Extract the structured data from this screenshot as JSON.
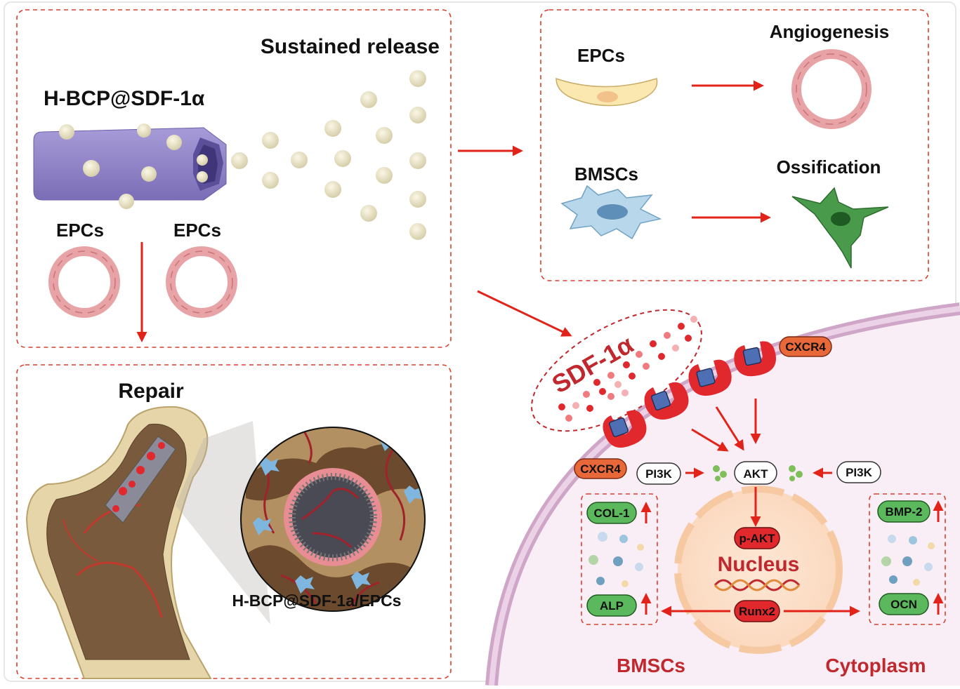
{
  "panels": {
    "release": {
      "title": "Sustained release",
      "scaffold_label": "H-BCP@SDF-1α",
      "epc_label_left": "EPCs",
      "epc_label_right": "EPCs"
    },
    "effects": {
      "epcs_label": "EPCs",
      "angiogenesis_label": "Angiogenesis",
      "bmscs_label": "BMSCs",
      "ossification_label": "Ossification"
    },
    "repair": {
      "title": "Repair",
      "composite_label": "H-BCP@SDF-1a/EPCs"
    },
    "signaling": {
      "sdf_label": "SDF-1α",
      "cxcr4_top": "CXCR4",
      "cxcr4_left": "CXCR4",
      "pi3k_left": "PI3K",
      "akt": "AKT",
      "pi3k_right": "PI3K",
      "p_akt": "p-AKT",
      "nucleus": "Nucleus",
      "runx2": "Runx2",
      "col1": "COL-1",
      "alp": "ALP",
      "bmp2": "BMP-2",
      "ocn": "OCN",
      "bmscs_caption": "BMSCs",
      "cytoplasm_caption": "Cytoplasm"
    }
  },
  "colors": {
    "accent_red": "#e2231a",
    "dashed_border": "#d9412f",
    "scaffold_purple": "#8c7fc6",
    "vessel_pink": "#e8a3a6",
    "cell_blue": "#a9cbe0",
    "osteocyte_green": "#3b8a3e",
    "marker_green": "#5cb85c",
    "cxcr4_orange": "#e8683a",
    "caption_red": "#c0282e",
    "cell_membrane": "#d8b5d2"
  },
  "icons": [
    "scaffold-icon",
    "vessel-ring-icon",
    "epc-cell-icon",
    "bmsc-cell-icon",
    "osteocyte-icon",
    "femur-icon",
    "dna-icon",
    "up-arrow-icon",
    "receptor-icon",
    "protein-icon"
  ]
}
